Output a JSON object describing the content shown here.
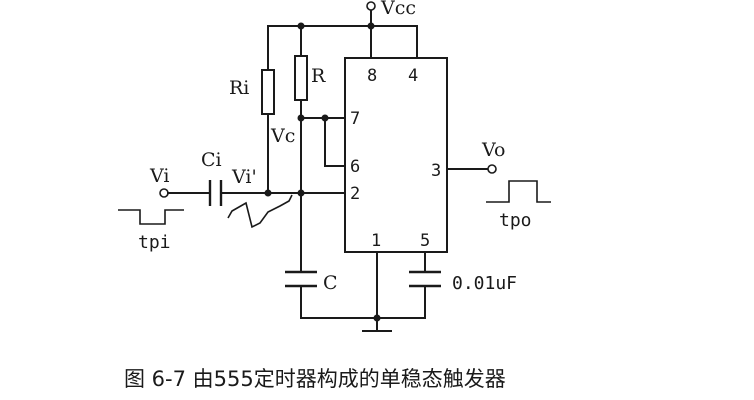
{
  "labels": {
    "vcc": "Vcc",
    "ri": "Ri",
    "r": "R",
    "vc": "Vc",
    "ci": "Ci",
    "vi": "Vi",
    "vi_prime": "Vi'",
    "tpi": "tpi",
    "vo": "Vo",
    "tpo": "tpo",
    "c": "C",
    "c_value": "0.01uF"
  },
  "pins": {
    "p8": "8",
    "p4": "4",
    "p7": "7",
    "p6": "6",
    "p2": "2",
    "p3": "3",
    "p1": "1",
    "p5": "5"
  },
  "caption": "图 6-7 由555定时器构成的单稳态触发器"
}
